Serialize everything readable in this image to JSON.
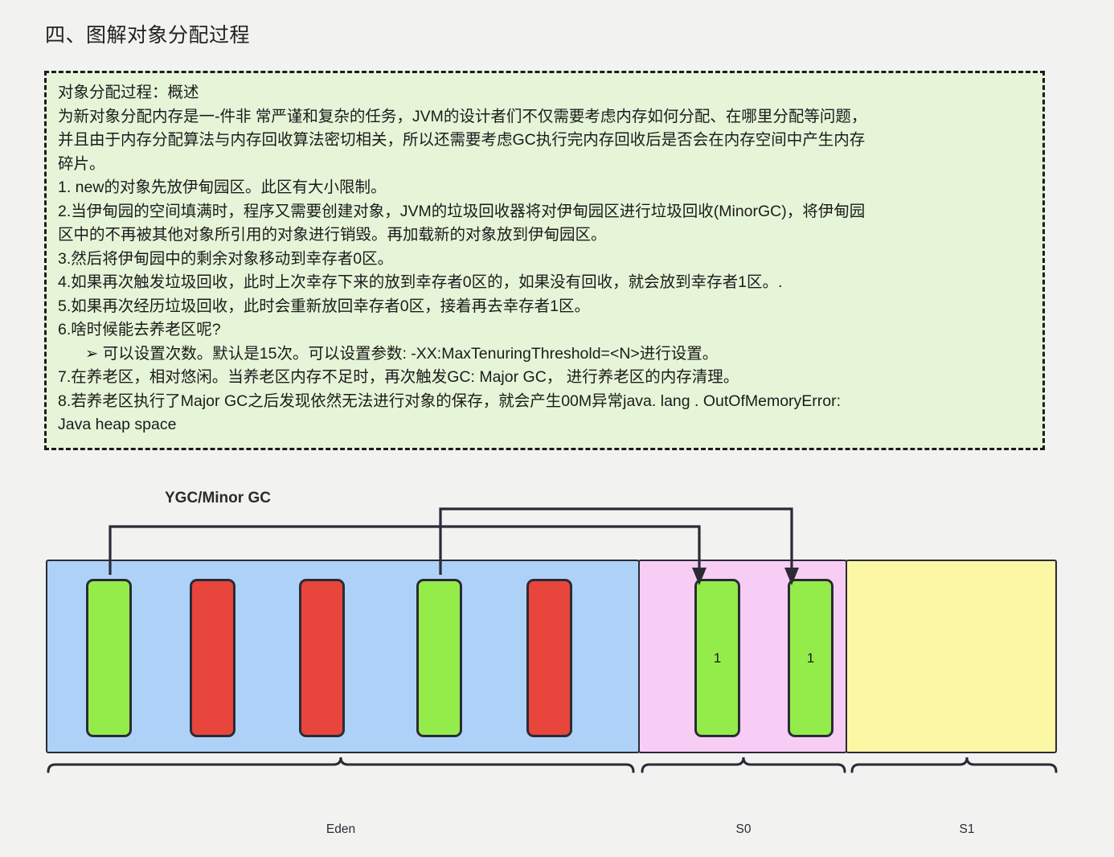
{
  "page": {
    "title": "四、图解对象分配过程"
  },
  "note": {
    "border_color": "#1b1b1b",
    "background_color": "#e6f5d8",
    "lines": [
      {
        "text": "对象分配过程：概述",
        "indent": false
      },
      {
        "text": "为新对象分配内存是一-件非 常严谨和复杂的任务，JVM的设计者们不仅需要考虑内存如何分配、在哪里分配等问题，",
        "indent": false
      },
      {
        "text": "并且由于内存分配算法与内存回收算法密切相关，所以还需要考虑GC执行完内存回收后是否会在内存空间中产生内存",
        "indent": false
      },
      {
        "text": "碎片。",
        "indent": false
      },
      {
        "text": "1. new的对象先放伊甸园区。此区有大小限制。",
        "indent": false
      },
      {
        "text": "2.当伊甸园的空间填满时，程序又需要创建对象，JVM的垃圾回收器将对伊甸园区进行垃圾回收(MinorGC)，将伊甸园",
        "indent": false
      },
      {
        "text": "区中的不再被其他对象所引用的对象进行销毁。再加载新的对象放到伊甸园区。",
        "indent": false
      },
      {
        "text": "3.然后将伊甸园中的剩余对象移动到幸存者0区。",
        "indent": false
      },
      {
        "text": "4.如果再次触发垃圾回收，此时上次幸存下来的放到幸存者0区的，如果没有回收，就会放到幸存者1区。.",
        "indent": false
      },
      {
        "text": "5.如果再次经历垃圾回收，此时会重新放回幸存者0区，接着再去幸存者1区。",
        "indent": false
      },
      {
        "text": "6.啥时候能去养老区呢?",
        "indent": false
      },
      {
        "text": "➢ 可以设置次数。默认是15次。可以设置参数: -XX:MaxTenuringThreshold=<N>进行设置。",
        "indent": true
      },
      {
        "text": "7.在养老区，相对悠闲。当养老区内存不足时，再次触发GC: Major GC， 进行养老区的内存清理。",
        "indent": false
      },
      {
        "text": "8.若养老区执行了Major GC之后发现依然无法进行对象的保存，就会产生00M异常java. lang . OutOfMemoryError:",
        "indent": false
      },
      {
        "text": "Java heap space",
        "indent": false
      }
    ]
  },
  "diagram": {
    "gc_label": "YGC/Minor GC",
    "regions": [
      {
        "name": "Eden",
        "color": "#aed2f7"
      },
      {
        "name": "S0",
        "color": "#f7cdf5"
      },
      {
        "name": "S1",
        "color": "#fbf7a5"
      }
    ],
    "eden_objects": [
      {
        "color": "green",
        "label": ""
      },
      {
        "color": "red",
        "label": ""
      },
      {
        "color": "red",
        "label": ""
      },
      {
        "color": "green",
        "label": ""
      },
      {
        "color": "red",
        "label": ""
      }
    ],
    "s0_objects": [
      {
        "color": "green",
        "label": "1"
      },
      {
        "color": "green",
        "label": "1"
      }
    ],
    "s1_objects": [],
    "brace_labels": [
      "Eden",
      "S0",
      "S1"
    ],
    "colors": {
      "green_object": "#94ec4a",
      "red_object": "#e8453c",
      "eden_region": "#aed2f7",
      "s0_region": "#f7cdf5",
      "s1_region": "#fbf7a5",
      "stroke": "#2b2b36"
    }
  }
}
